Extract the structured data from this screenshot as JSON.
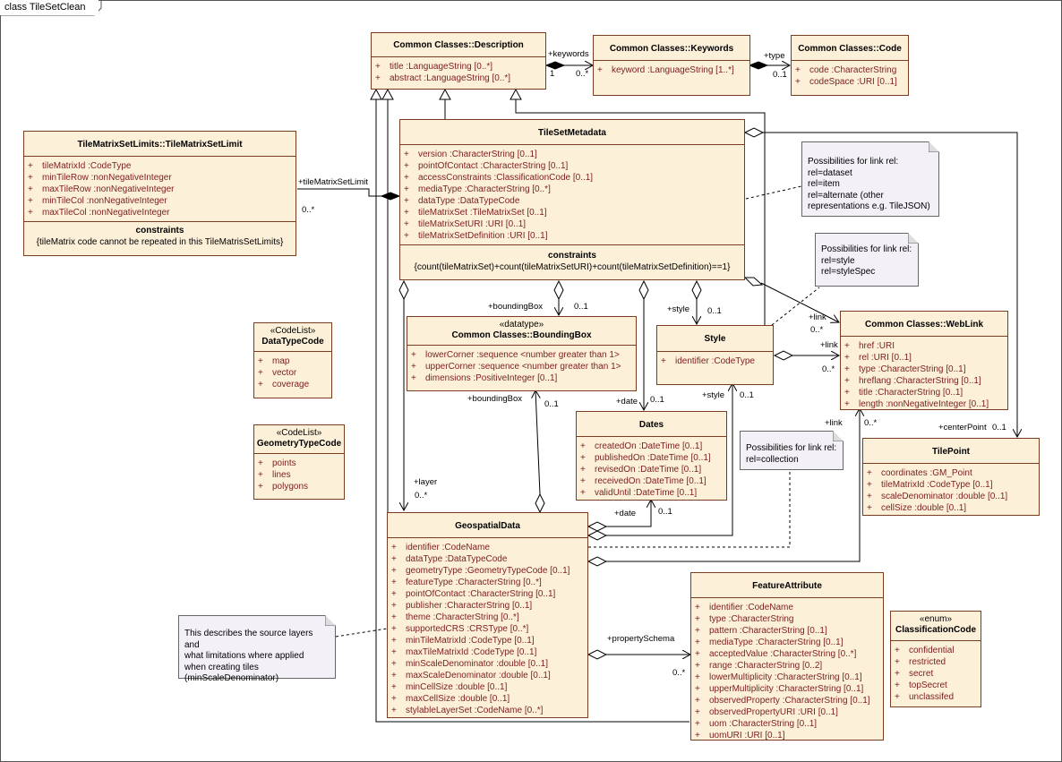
{
  "frame_title": "class TileSetClean",
  "classes": {
    "description": {
      "name": "Common Classes::Description",
      "attrs": [
        "title  :LanguageString [0..*]",
        "abstract  :LanguageString [0..*]"
      ]
    },
    "keywords": {
      "name": "Common Classes::Keywords",
      "attrs": [
        "keyword  :LanguageString [1..*]"
      ]
    },
    "code": {
      "name": "Common Classes::Code",
      "attrs": [
        "code  :CharacterString",
        "codeSpace  :URI [0..1]"
      ]
    },
    "tilematrixsetlimit": {
      "name": "TileMatrixSetLimits::TileMatrixSetLimit",
      "attrs": [
        "tileMatrixId  :CodeType",
        "minTileRow  :nonNegativeInteger",
        "maxTileRow  :nonNegativeInteger",
        "minTileCol  :nonNegativeInteger",
        "maxTileCol  :nonNegativeInteger"
      ],
      "constraints_title": "constraints",
      "constraints_text": "{tileMatrix code cannot be repeated in this TileMatrisSetLimits}"
    },
    "tilesetmetadata": {
      "name": "TileSetMetadata",
      "attrs": [
        "version  :CharacterString [0..1]",
        "pointOfContact  :CharacterString [0..1]",
        "accessConstraints  :ClassificationCode [0..1]",
        "mediaType  :CharacterString [0..*]",
        "dataType  :DataTypeCode",
        "tileMatrixSet  :TileMatrixSet [0..1]",
        "tileMatrixSetURI  :URI [0..1]",
        "tileMatrixSetDefinition  :URI [0..1]"
      ],
      "constraints_title": "constraints",
      "constraints_text": "{count(tileMatrixSet)+count(tileMatrixSetURI)+count(tileMatrixSetDefinition)==1}"
    },
    "datatypecode": {
      "stereotype": "«CodeList»",
      "name": "DataTypeCode",
      "attrs": [
        "map",
        "vector",
        "coverage"
      ]
    },
    "geometrytypecode": {
      "stereotype": "«CodeList»",
      "name": "GeometryTypeCode",
      "attrs": [
        "points",
        "lines",
        "polygons"
      ]
    },
    "boundingbox": {
      "stereotype": "«datatype»",
      "name": "Common Classes::BoundingBox",
      "attrs": [
        "lowerCorner  :sequence <number greater than 1>",
        "upperCorner  :sequence <number greater than 1>",
        "dimensions  :PositiveInteger [0..1]"
      ]
    },
    "style": {
      "name": "Style",
      "attrs": [
        "identifier  :CodeType"
      ]
    },
    "weblink": {
      "name": "Common Classes::WebLink",
      "attrs": [
        "href  :URI",
        "rel  :URI [0..1]",
        "type  :CharacterString [0..1]",
        "hreflang  :CharacterString [0..1]",
        "title  :CharacterString [0..1]",
        "length  :nonNegativeInteger [0..1]"
      ]
    },
    "dates": {
      "name": "Dates",
      "attrs": [
        "createdOn  :DateTime [0..1]",
        "publishedOn  :DateTime [0..1]",
        "revisedOn  :DateTime [0..1]",
        "receivedOn  :DateTime [0..1]",
        "validUntil  :DateTime [0..1]"
      ]
    },
    "tilepoint": {
      "name": "TilePoint",
      "attrs": [
        "coordinates  :GM_Point",
        "tileMatrixId  :CodeType [0..1]",
        "scaleDenominator  :double [0..1]",
        "cellSize  :double [0..1]"
      ]
    },
    "geospatialdata": {
      "name": "GeospatialData",
      "attrs": [
        "identifier  :CodeName",
        "dataType  :DataTypeCode",
        "geometryType  :GeometryTypeCode [0..1]",
        "featureType  :CharacterString [0..*]",
        "pointOfContact  :CharacterString [0..1]",
        "publisher  :CharacterString [0..1]",
        "theme  :CharacterString [0..*]",
        "supportedCRS  :CRSType [0..*]",
        "minTileMatrixId  :CodeType [0..1]",
        "maxTileMatrixId  :CodeType [0..1]",
        "minScaleDenominator  :double [0..1]",
        "maxScaleDenominator  :double [0..1]",
        "minCellSize  :double [0..1]",
        "maxCellSize  :double [0..1]",
        "stylableLayerSet  :CodeName [0..*]"
      ]
    },
    "featureattribute": {
      "name": "FeatureAttribute",
      "attrs": [
        "identifier  :CodeName",
        "type  :CharacterString",
        "pattern  :CharacterString [0..1]",
        "mediaType  :CharacterString [0..1]",
        "acceptedValue  :CharacterString [0..*]",
        "range  :CharacterString [0..2]",
        "lowerMultiplicity  :CharacterString [0..1]",
        "upperMultiplicity  :CharacterString [0..1]",
        "observedProperty  :CharacterString [0..1]",
        "observedPropertyURI  :URI [0..1]",
        "uom  :CharacterString [0..1]",
        "uomURI  :URI [0..1]"
      ]
    },
    "classificationcode": {
      "stereotype": "«enum»",
      "name": "ClassificationCode",
      "attrs": [
        "confidential",
        "restricted",
        "secret",
        "topSecret",
        "unclassifed"
      ]
    }
  },
  "notes": {
    "link_rel_tileset": [
      "Possibilities for link rel:",
      "rel=dataset",
      "rel=item",
      "rel=alternate (other",
      "representations e.g. TileJSON)"
    ],
    "link_rel_style": [
      "Possibilities for link rel:",
      "rel=style",
      "rel=styleSpec"
    ],
    "link_rel_collection": [
      "Possibilities for link rel:",
      "rel=collection"
    ],
    "source_layers": [
      "This describes the source layers and",
      "what limitations where applied",
      "when creating tiles",
      "(minScaleDenominator)"
    ]
  },
  "labels": {
    "keywords_role": "+keywords",
    "keywords_src_mult": "1",
    "keywords_dst_mult": "0..*",
    "type_role": "+type",
    "type_mult": "0..1",
    "tmsl_role": "+tileMatrixSetLimit",
    "tmsl_mult": "0..*",
    "bbox_role_top": "+boundingBox",
    "bbox_mult_top": "0..1",
    "style_role_top": "+style",
    "style_mult_top": "0..1",
    "link_role_top": "+link",
    "link_mult_top": "0..*",
    "link_role_mid": "+link",
    "link_mult_mid": "0..*",
    "bbox_role_bottom": "+boundingBox",
    "bbox_mult_bottom": "0..1",
    "date_role_top": "+date",
    "date_mult_top": "0..1",
    "style_role_bottom": "+style",
    "style_mult_bottom": "0..1",
    "link_role_bottom": "+link",
    "link_mult_bottom": "0..*",
    "centerpoint_role": "+centerPoint",
    "centerpoint_mult": "0..1",
    "layer_role": "+layer",
    "layer_mult": "0..*",
    "date_role_bottom": "+date",
    "date_mult_bottom": "0..1",
    "propschema_role": "+propertySchema",
    "propschema_mult": "0..*"
  }
}
